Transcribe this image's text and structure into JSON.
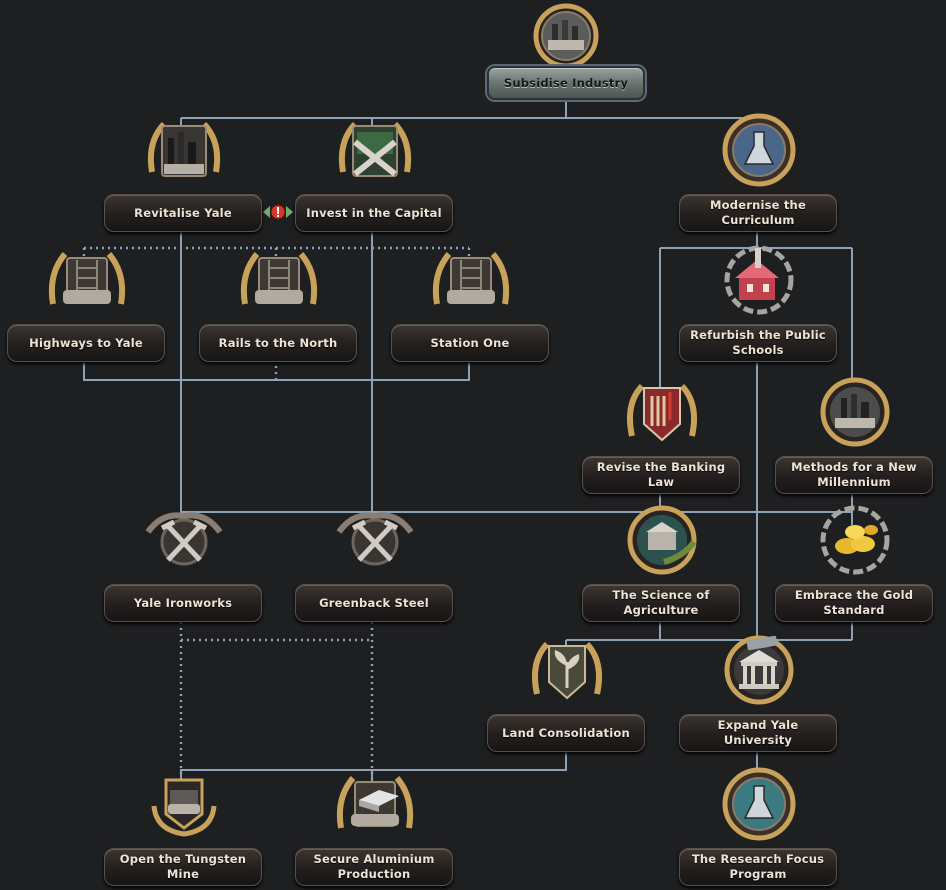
{
  "focus_tree": {
    "subsidise_industry": "Subsidise Industry",
    "revitalise_yale": "Revitalise Yale",
    "invest_capital": "Invest in the Capital",
    "modernise_curriculum": "Modernise the Curriculum",
    "highways_yale": "Highways to Yale",
    "rails_north": "Rails to the North",
    "station_one": "Station One",
    "refurbish_schools": "Refurbish the Public Schools",
    "revise_banking": "Revise the Banking Law",
    "methods_millennium": "Methods for a New Millennium",
    "yale_ironworks": "Yale Ironworks",
    "greenback_steel": "Greenback Steel",
    "science_agriculture": "The Science of Agriculture",
    "gold_standard": "Embrace the Gold Standard",
    "land_consolidation": "Land Consolidation",
    "expand_university": "Expand Yale University",
    "tungsten_mine": "Open the Tungsten Mine",
    "aluminium": "Secure Aluminium Production",
    "research_focus": "The Research Focus Program"
  },
  "icons": {
    "subsidise_industry": "factory-icon",
    "revitalise_yale": "factory-icon",
    "invest_capital": "construction-icon",
    "modernise_curriculum": "flask-icon",
    "highways_yale": "bulldozer-icon",
    "rails_north": "bulldozer-icon",
    "station_one": "bulldozer-icon",
    "refurbish_schools": "schoolhouse-icon",
    "revise_banking": "banking-icon",
    "methods_millennium": "factory-icon",
    "yale_ironworks": "pickaxe-icon",
    "greenback_steel": "pickaxe-icon",
    "science_agriculture": "agriculture-icon",
    "gold_standard": "gold-icon",
    "land_consolidation": "sprout-icon",
    "expand_university": "university-icon",
    "tungsten_mine": "mine-icon",
    "aluminium": "aluminium-icon",
    "research_focus": "flask-icon"
  },
  "colors": {
    "background": "#1e1f21",
    "line": "#8da2b6",
    "exclusive_marker": "#d6382e",
    "gold_frame": "#c8a25a",
    "silver_frame": "#9aa0a6"
  }
}
